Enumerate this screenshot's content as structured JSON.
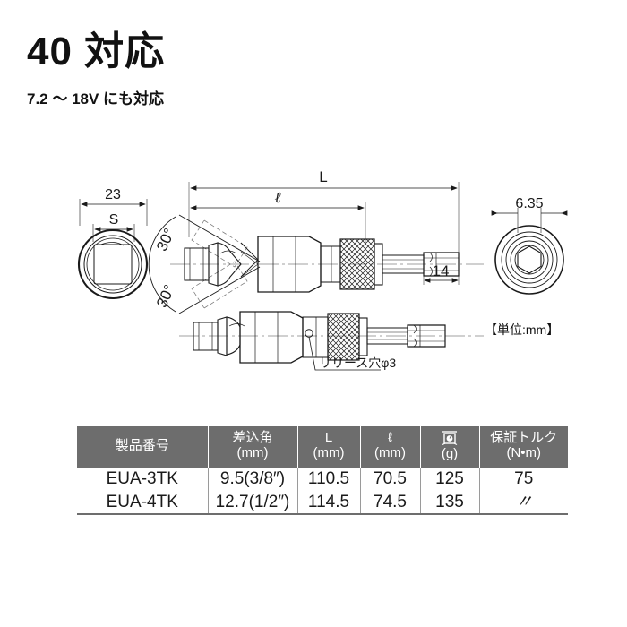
{
  "header": {
    "headline": "40 対応",
    "subhead": "7.2 〜 18V にも対応"
  },
  "drawing": {
    "unit_note": "【単位:mm】",
    "left_view": {
      "outer_dim": "23",
      "inner_dim": "S"
    },
    "main_view": {
      "overall_dim": "L",
      "effective_dim": "ℓ",
      "shank_dim": "14",
      "angle_top": "30°",
      "angle_bottom": "30°"
    },
    "lower_view": {
      "release_hole_label": "リリース穴φ3"
    },
    "right_view": {
      "hex_dim": "6.35"
    }
  },
  "table": {
    "headers": [
      {
        "main": "製品番号",
        "sub": ""
      },
      {
        "main": "差込角",
        "sub": "(mm)"
      },
      {
        "main": "L",
        "sub": "(mm)"
      },
      {
        "main": "ℓ",
        "sub": "(mm)"
      },
      {
        "main": "weight-scale-icon",
        "sub": "(g)"
      },
      {
        "main": "保証トルク",
        "sub": "(N•m)"
      }
    ],
    "rows": [
      {
        "model": "EUA-3TK",
        "drive": "9.5(3/8″)",
        "length_L": "110.5",
        "length_l": "70.5",
        "weight": "125",
        "torque": "75"
      },
      {
        "model": "EUA-4TK",
        "drive": "12.7(1/2″)",
        "length_L": "114.5",
        "length_l": "74.5",
        "weight": "135",
        "torque": "〃"
      }
    ]
  },
  "colors": {
    "header_bg": "#6d6d6d",
    "text": "#1a1a1a",
    "line": "#1a1a1a"
  }
}
